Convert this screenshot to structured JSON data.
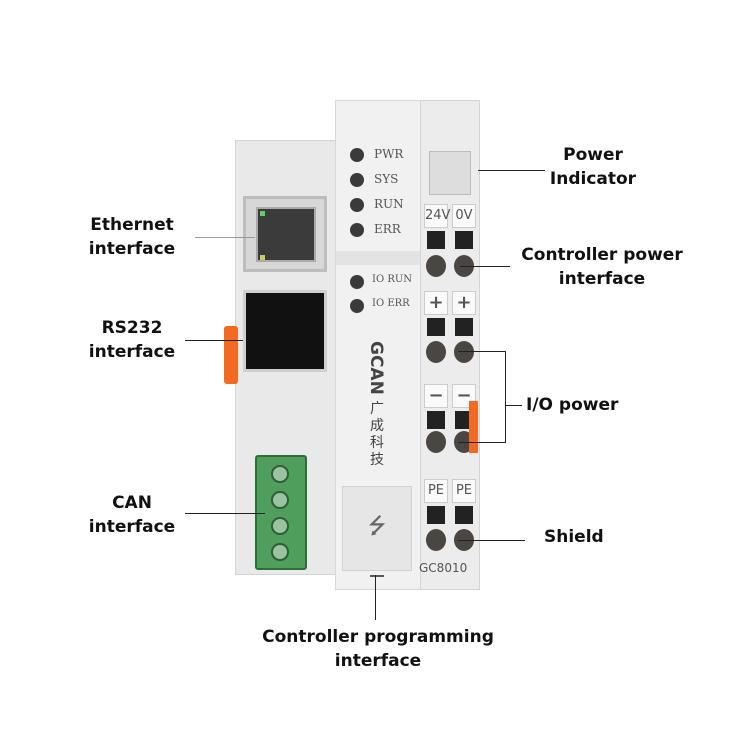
{
  "labels": {
    "power_indicator": [
      "Power",
      "Indicator"
    ],
    "ethernet": [
      "Ethernet",
      "interface"
    ],
    "controller_power": [
      "Controller power",
      "interface"
    ],
    "rs232": [
      "RS232",
      "interface"
    ],
    "io_power": "I/O power",
    "can": [
      "CAN",
      "interface"
    ],
    "shield": "Shield",
    "programming": [
      "Controller programming",
      "interface"
    ]
  },
  "device": {
    "leds": [
      "PWR",
      "SYS",
      "RUN",
      "ERR"
    ],
    "io_leds": [
      "IO RUN",
      "IO ERR"
    ],
    "brand": "GCAN",
    "brand_cn": "广成科技",
    "model": "GC8010",
    "terminal_tabs": [
      "24V",
      "0V",
      "+",
      "+",
      "−",
      "−",
      "PE",
      "PE"
    ]
  },
  "colors": {
    "orange": "#f26a21",
    "green": "#4f9e5c"
  }
}
